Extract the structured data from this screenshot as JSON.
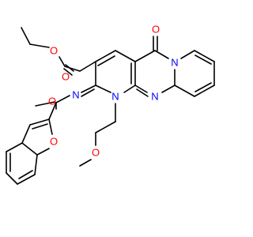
{
  "colors": {
    "bond": "#000000",
    "oxygen": "#ff0000",
    "nitrogen": "#0000ff",
    "background": "#ffffff"
  },
  "atoms": {
    "o_ester_carbonyl": "O",
    "o_ester_ether": "O",
    "o_ring_ketone": "O",
    "n_pyrimidinium": "N",
    "o_amide_carbonyl": "O",
    "n_imine": "N",
    "n_pyridine_ring": "N",
    "n_pyrimidine": "N",
    "o_benzofuran": "O",
    "o_methoxy": "O"
  }
}
